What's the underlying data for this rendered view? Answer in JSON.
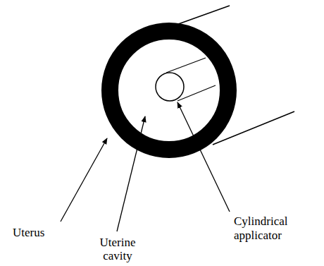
{
  "diagram": {
    "labels": [
      "Uterus",
      "Uterine cavity",
      "Cylindrical applicator"
    ]
  }
}
